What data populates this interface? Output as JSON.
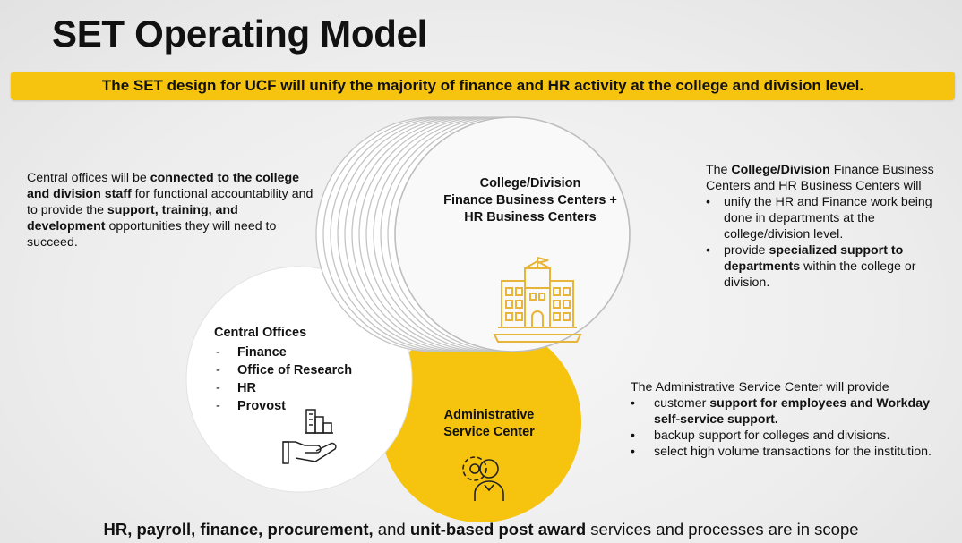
{
  "title": "SET Operating Model",
  "banner": "The SET design for UCF will unify the majority of finance and HR activity at the college and division level.",
  "left_text": {
    "p1": "Central offices will be ",
    "b1": "connected to the college and division staff",
    "p2": " for functional accountability and to provide the ",
    "b2": "support, training, and development",
    "p3": " opportunities they will need to succeed."
  },
  "college_circle": {
    "line1": "College/Division",
    "line2": "Finance Business Centers +",
    "line3": "HR Business Centers",
    "icon": "university-building-icon"
  },
  "central_circle": {
    "title": "Central Offices",
    "items": [
      "Finance",
      "Office of Research",
      "HR",
      "Provost"
    ],
    "icon": "hand-holding-buildings-icon"
  },
  "asc_circle": {
    "line1": "Administrative",
    "line2": "Service Center",
    "icon": "person-gear-icon"
  },
  "right_text": {
    "intro_pre": "The ",
    "intro_bold": "College/Division",
    "intro_post": " Finance Business Centers and HR Business Centers will",
    "bullet1": "unify the HR and Finance work being done in departments at the college/division level.",
    "bullet2_pre": "provide ",
    "bullet2_bold": "specialized support to departments",
    "bullet2_post": " within the college or division."
  },
  "asc_text": {
    "intro": "The Administrative Service Center will provide",
    "b1_pre": "customer ",
    "b1_bold": "support for employees and Workday self-service support.",
    "b2": "backup support for colleges and divisions.",
    "b3": "select high volume transactions for the institution."
  },
  "footer": {
    "b1": "HR, payroll, finance, procurement,",
    "t1": " and ",
    "b2": "unit-based post award",
    "t2": " services and processes are in scope"
  },
  "colors": {
    "accent_yellow": "#f6c40f",
    "icon_yellow": "#e8b43a",
    "circle_border": "#c8c8c8"
  }
}
